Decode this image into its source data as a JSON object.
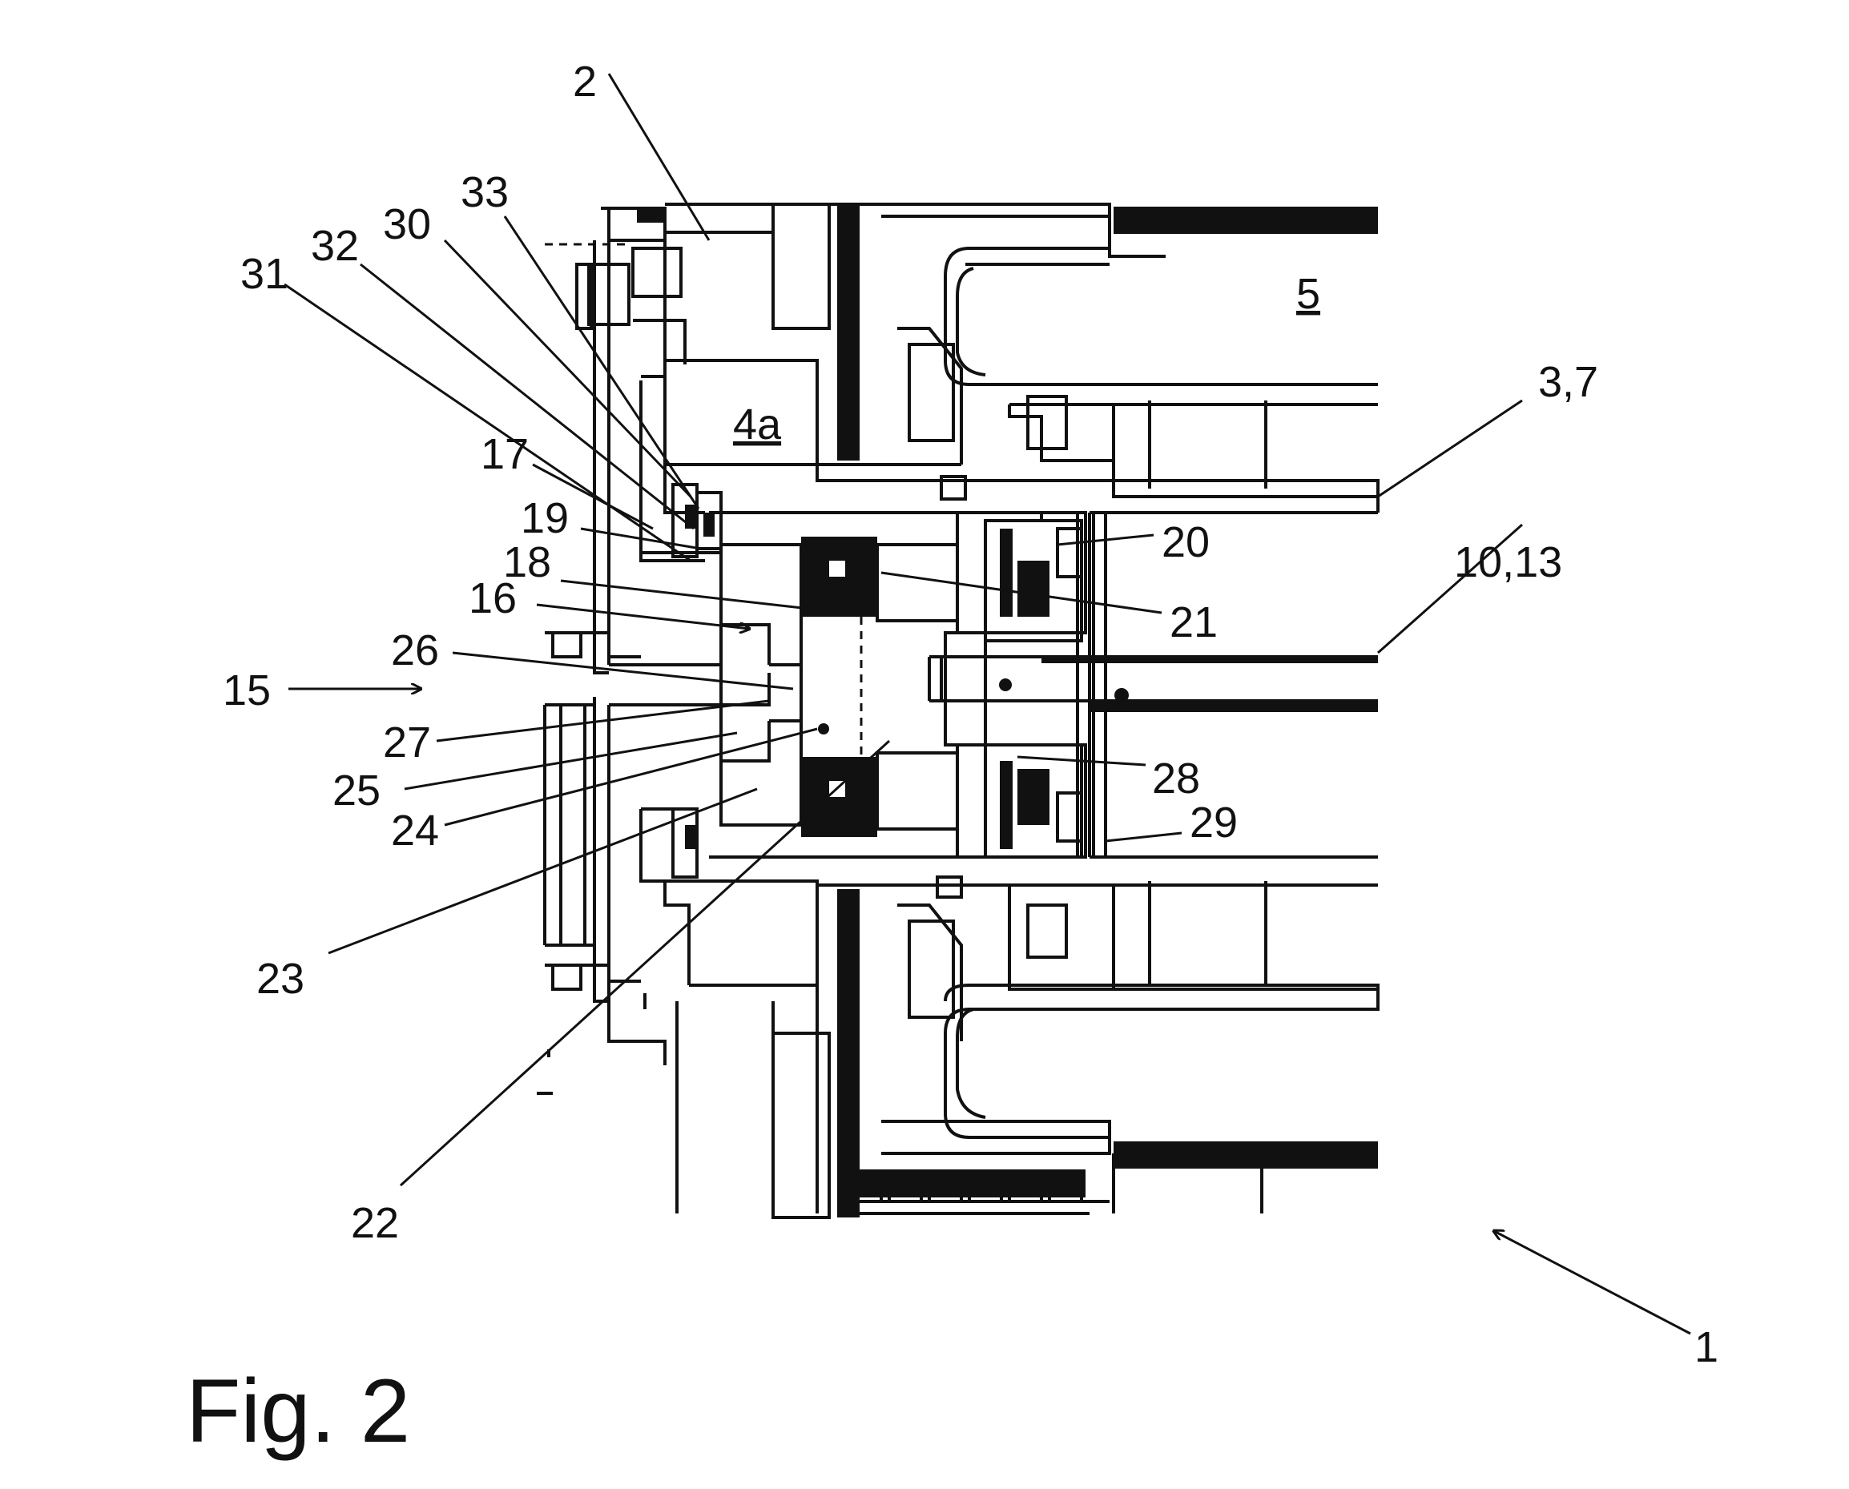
{
  "figure": {
    "caption": "Fig. 2"
  },
  "labels": {
    "l2": "2",
    "l33": "33",
    "l30": "30",
    "l32": "32",
    "l31": "31",
    "l5": "5",
    "l4a": "4a",
    "l3_7": "3,7",
    "l17": "17",
    "l19": "19",
    "l20": "20",
    "l18": "18",
    "l16": "16",
    "l21": "21",
    "l10_13": "10,13",
    "l26": "26",
    "l15": "15",
    "l27": "27",
    "l25": "25",
    "l28": "28",
    "l24": "24",
    "l29": "29",
    "l23": "23",
    "l22": "22",
    "l1": "1"
  }
}
